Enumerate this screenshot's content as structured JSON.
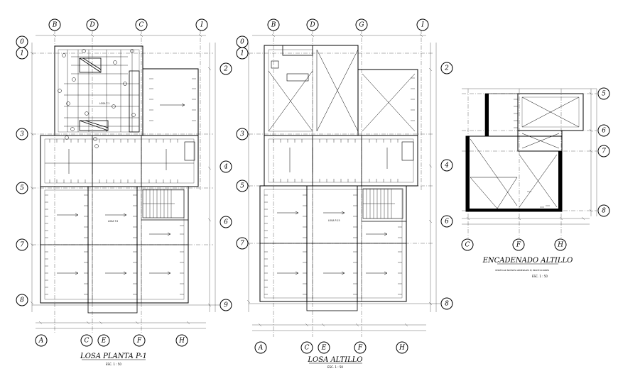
{
  "drawings": [
    {
      "title": "LOSA PLANTA P-1",
      "scale": "ESC. 1 : 50",
      "top_axes": [
        "B",
        "D",
        "C",
        "I"
      ],
      "bottom_axes": [
        "A",
        "C",
        "E",
        "F",
        "H"
      ],
      "left_axes": [
        "0",
        "1",
        "3",
        "5",
        "7",
        "8"
      ],
      "right_axes": [
        "2",
        "4",
        "6",
        "9"
      ],
      "room_labels": [
        "LOSA T-1",
        "LOSA T-5"
      ]
    },
    {
      "title": "LOSA ALTILLO",
      "scale": "ESC. 1 : 50",
      "top_axes": [
        "B",
        "D",
        "G",
        "I"
      ],
      "bottom_axes": [
        "A",
        "C",
        "E",
        "F",
        "H"
      ],
      "left_axes": [
        "0",
        "1",
        "3",
        "5",
        "7"
      ],
      "right_axes": [
        "2",
        "4",
        "6",
        "8"
      ],
      "room_labels": [
        "LOSA P-15"
      ]
    },
    {
      "title": "ENCADENADO ALTILLO",
      "scale": "ESC. 1 : 50",
      "bottom_axes": [
        "C",
        "F",
        "H"
      ],
      "right_axes": [
        "5",
        "6",
        "7",
        "8"
      ],
      "note": "VERIFICAR NIVELES GENERALES E/ PROYECCIONES"
    }
  ]
}
